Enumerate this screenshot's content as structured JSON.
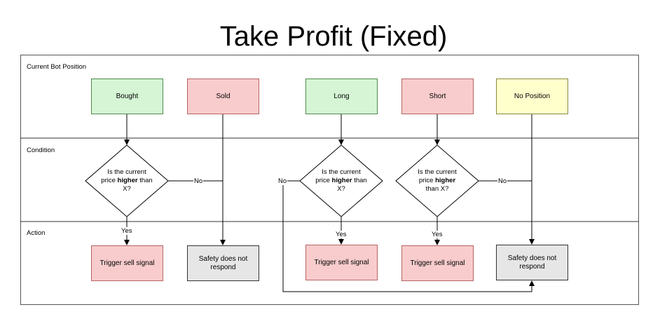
{
  "title": "Take Profit (Fixed)",
  "lanes": {
    "position": "Current Bot Position",
    "condition": "Condition",
    "action": "Action"
  },
  "positions": {
    "bought": "Bought",
    "sold": "Sold",
    "long": "Long",
    "short": "Short",
    "no_position": "No Position"
  },
  "conditions": {
    "q_prefix": "Is the current",
    "q_price": "price",
    "q_bold": "higher",
    "q_than": "than",
    "q_x": "X?"
  },
  "actions": {
    "trigger_sell": "Trigger sell signal",
    "safety": "Safety does not respond"
  },
  "edge_labels": {
    "yes": "Yes",
    "no": "No"
  },
  "colors": {
    "green": "#d5f5d5",
    "red": "#f8cccc",
    "yellow": "#ffffcc",
    "gray": "#e6e6e6"
  }
}
